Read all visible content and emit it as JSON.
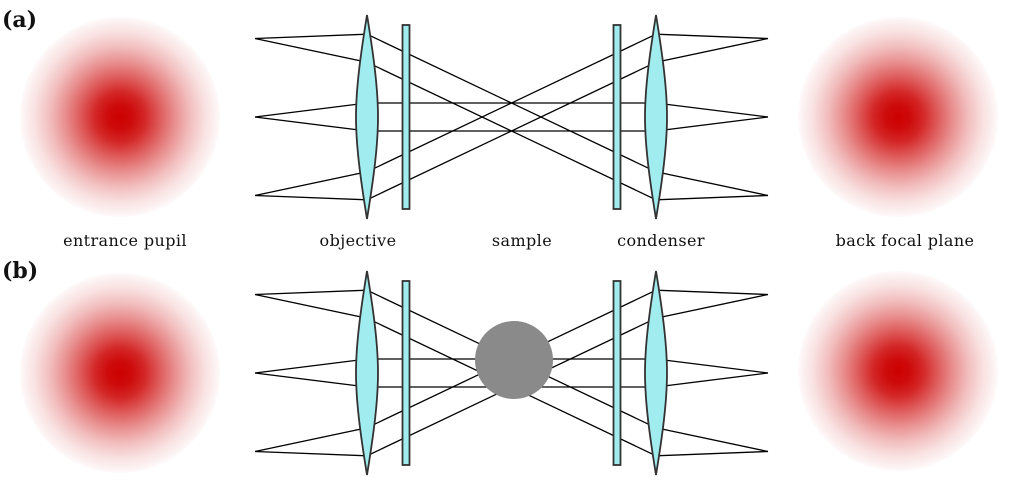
{
  "figure": {
    "panel_a_letter": "(a)",
    "panel_b_letter": "(b)",
    "labels": {
      "entrance_pupil": "entrance pupil",
      "objective": "objective",
      "sample": "sample",
      "condenser": "condenser",
      "back_focal_plane": "back focal plane"
    }
  },
  "colors": {
    "beam_red": "#cc0000",
    "glass_fill": "#a0ecee",
    "glass_stroke": "#333333",
    "ray_black": "#000000",
    "scatterer_gray": "#8a8a8a",
    "text_color": "#111111",
    "background": "#ffffff"
  }
}
